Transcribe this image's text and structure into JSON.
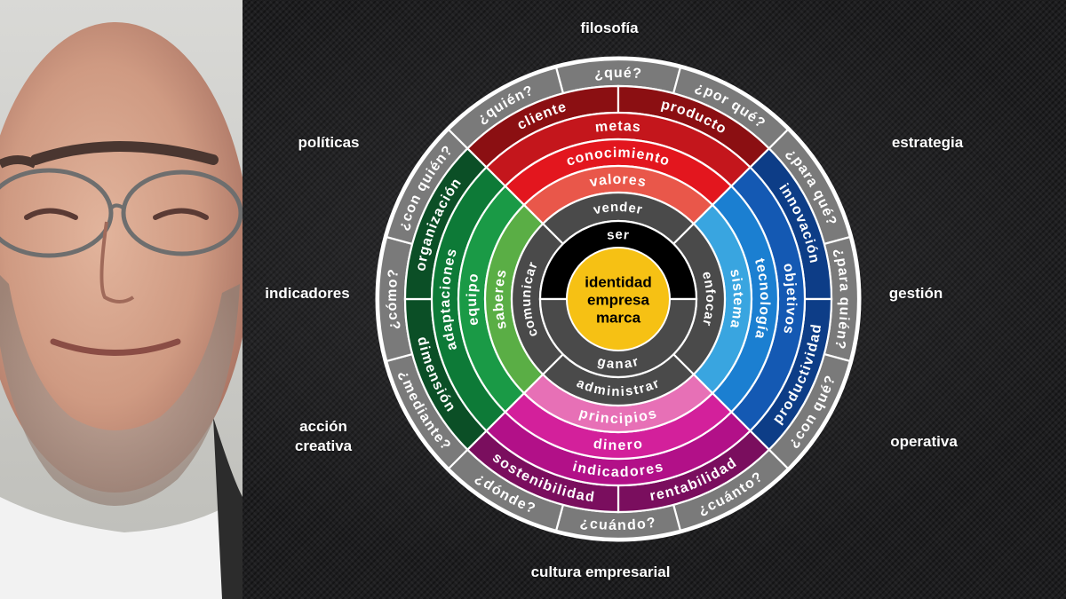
{
  "outer_labels": {
    "top": "filosofía",
    "top_left": "políticas",
    "top_right": "estrategia",
    "left": "indicadores",
    "right": "gestión",
    "bottom_left_line1": "acción",
    "bottom_left_line2": "creativa",
    "bottom_right": "operativa",
    "bottom": "cultura empresarial"
  },
  "center": {
    "line1": "identidad",
    "line2": "empresa",
    "line3": "marca",
    "top_half": "ser",
    "bottom_half": "ganar"
  },
  "ring_verbs": [
    "vender",
    "enfocar",
    "administrar",
    "comunicar"
  ],
  "ring_values": [
    "valores",
    "sistema",
    "principios",
    "saberes"
  ],
  "ring_knowledge": [
    "conocimiento",
    "tecnología",
    "dinero",
    "equipo"
  ],
  "ring_goals": [
    "metas",
    "objetivos",
    "indicadores",
    "adaptaciones"
  ],
  "ring_outer": [
    "cliente",
    "producto",
    "innovación",
    "productividad",
    "rentabilidad",
    "sostenibilidad",
    "dimensión",
    "organización"
  ],
  "ring_questions": [
    "¿qué?",
    "¿por qué?",
    "¿para qué?",
    "¿para quién?",
    "¿con qué?",
    "¿cuánto?",
    "¿cuándo?",
    "¿dónde?",
    "¿mediante?",
    "¿cómo?",
    "¿con quién?",
    "¿quién?"
  ],
  "colors": {
    "red_outer": "#8b0f12",
    "red_goals": "#c4161c",
    "red_knowledge": "#e3161e",
    "red_values": "#e9574a",
    "blue_outer": "#0d3d87",
    "blue_goals": "#1459b3",
    "blue_knowledge": "#1b7fd1",
    "blue_values": "#39a5e0",
    "magenta_outer": "#7a0e5e",
    "magenta_goals": "#b21088",
    "magenta_knowledge": "#d3209b",
    "magenta_values": "#e770b6",
    "green_outer": "#0b4f26",
    "green_goals": "#0d7a37",
    "green_knowledge": "#1a9a46",
    "green_values": "#5aae45",
    "grey_ring": "#7a7a7a",
    "dark_ring": "#4a4a4a",
    "center_yellow": "#f6c114",
    "center_black": "#000000"
  }
}
